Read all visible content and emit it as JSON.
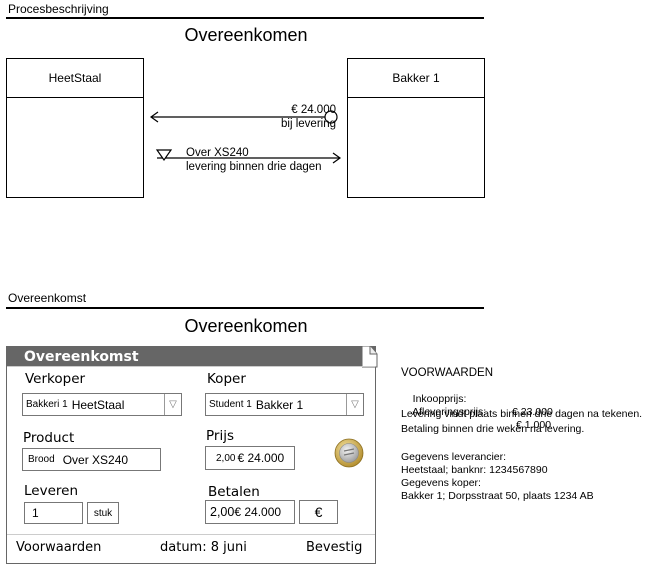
{
  "process": {
    "section_label": "Procesbeschrijving",
    "title": "Overeenkomen",
    "left_actor": "HeetStaal",
    "right_actor": "Bakker 1",
    "flow_top_line1": "€ 24.000",
    "flow_top_line2": "bij levering",
    "flow_bottom_line1": "Over XS240",
    "flow_bottom_line2": "levering binnen drie dagen"
  },
  "agreement": {
    "section_label": "Overeenkomst",
    "title": "Overeenkomen"
  },
  "form": {
    "header": "Overeenkomst",
    "verkoper_label": "Verkoper",
    "verkoper_prefix": "Bakkeri 1",
    "verkoper_value": "HeetStaal",
    "koper_label": "Koper",
    "koper_prefix": "Student 1",
    "koper_value": "Bakker 1",
    "product_label": "Product",
    "product_prefix": "Brood",
    "product_value": "Over XS240",
    "prijs_label": "Prijs",
    "prijs_prefix": "2,00",
    "prijs_value": "€ 24.000",
    "leveren_label": "Leveren",
    "leveren_value": "1",
    "leveren_unit": "stuk",
    "betalen_label": "Betalen",
    "betalen_prefix": "2,00",
    "betalen_value": "€ 24.000",
    "currency_symbol": "€",
    "coin_icon": "euro-coin-icon",
    "voorwaarden_button": "Voorwaarden",
    "datum": "datum: 8 juni",
    "bevestig_button": "Bevestig"
  },
  "conditions": {
    "heading": "VOORWAARDEN",
    "inkoop_label": "Inkoopprijs:",
    "inkoop_value": "€ 23.000",
    "aflever_label": "Afleveringsprijs:",
    "aflever_value": "€ 1.000",
    "line1": "Levering vindt plaats binnen drie dagen na tekenen.",
    "line2": "Betaling binnen drie weken na levering.",
    "leverancier_label": "Gegevens leverancier:",
    "leverancier_value": "Heetstaal; banknr: 1234567890",
    "koper_label": "Gegevens koper:",
    "koper_value": "Bakker 1; Dorpsstraat 50, plaats 1234 AB"
  }
}
